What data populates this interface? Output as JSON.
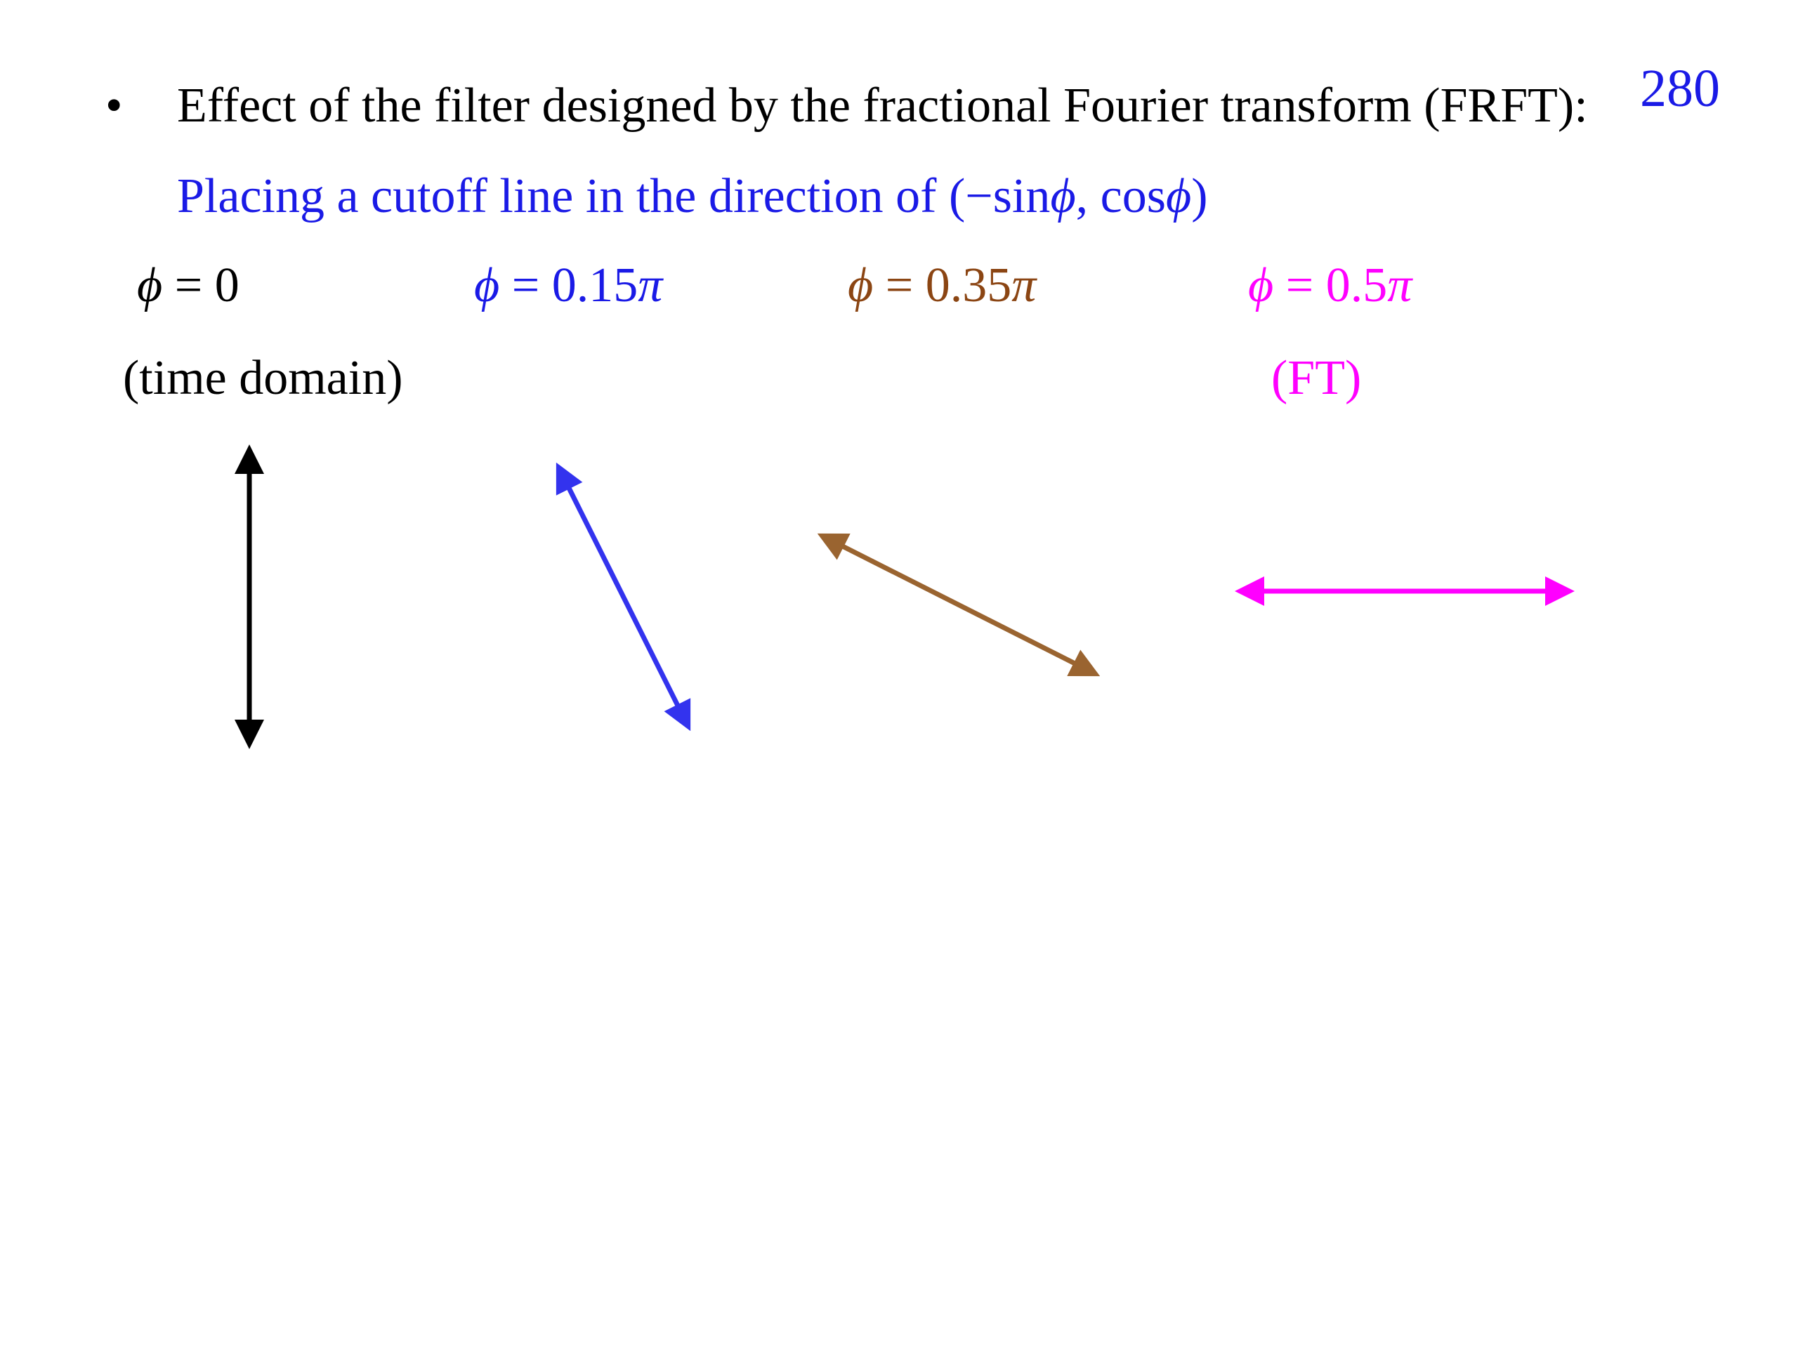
{
  "page_number": "280",
  "bullet": {
    "glyph": "•",
    "text": "Effect of the filter designed by the fractional Fourier transform (FRFT):"
  },
  "subtitle": {
    "prefix": "Placing a cutoff line in the direction of (",
    "minus_sin": "−sin",
    "phi_1": "ϕ",
    "comma_cos": ", cos",
    "phi_2": "ϕ",
    "suffix": ")",
    "color": "#1a1ae6"
  },
  "cases": [
    {
      "phi_symbol": "ϕ",
      "equals": " = ",
      "coefficient": "0",
      "pi": "",
      "domain_label": "(time domain)",
      "label_color": "#000000",
      "domain_color": "#000000",
      "arrow_color": "#000000"
    },
    {
      "phi_symbol": "ϕ",
      "equals": " = ",
      "coefficient": "0.15",
      "pi": "π",
      "domain_label": "",
      "label_color": "#1a1ae6",
      "domain_color": "#1a1ae6",
      "arrow_color": "#3333ee"
    },
    {
      "phi_symbol": "ϕ",
      "equals": " = ",
      "coefficient": "0.35",
      "pi": "π",
      "domain_label": "",
      "label_color": "#8b4513",
      "domain_color": "#8b4513",
      "arrow_color": "#9a6430"
    },
    {
      "phi_symbol": "ϕ",
      "equals": " = ",
      "coefficient": "0.5",
      "pi": "π",
      "domain_label": "(FT)",
      "label_color": "#ff00ff",
      "domain_color": "#ff00ff",
      "arrow_color": "#ff00ff"
    }
  ]
}
